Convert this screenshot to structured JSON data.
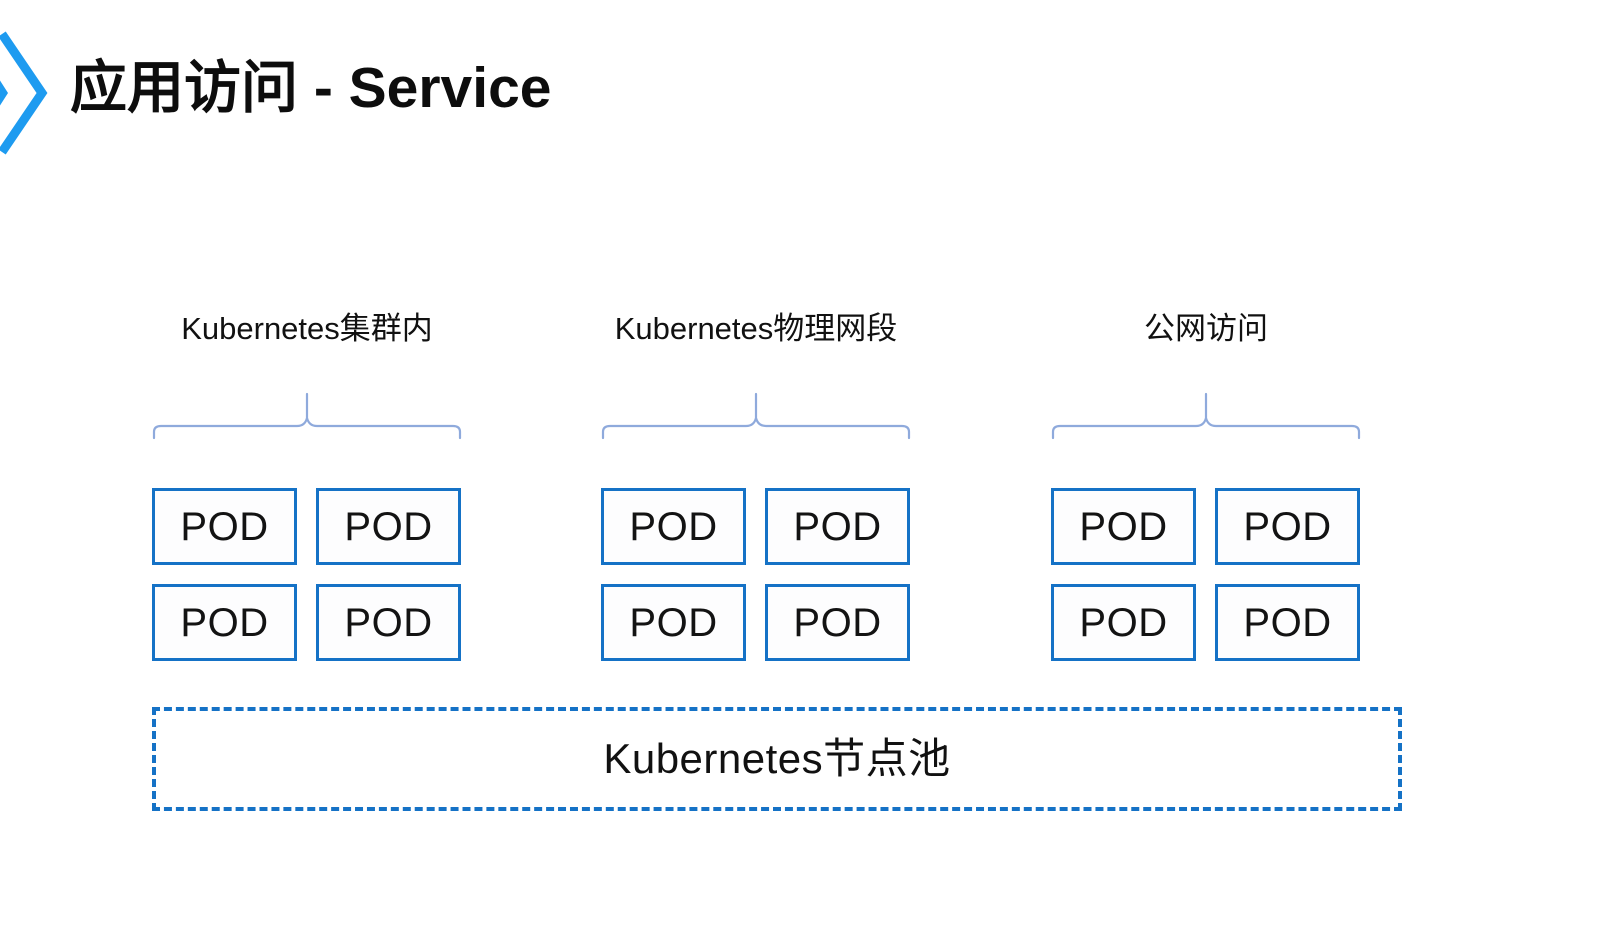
{
  "slide": {
    "title": "应用访问 - Service",
    "accent_color": "#1572c6",
    "chevron_color": "#1e9bf0",
    "brace_color": "#8faadc",
    "pod_border_color": "#1572c6",
    "background_color": "#ffffff",
    "text_color": "#111111"
  },
  "groups": [
    {
      "id": "cluster-internal",
      "label": "Kubernetes集群内",
      "pods": [
        "POD",
        "POD",
        "POD",
        "POD"
      ]
    },
    {
      "id": "physical-network",
      "label": "Kubernetes物理网段",
      "pods": [
        "POD",
        "POD",
        "POD",
        "POD"
      ]
    },
    {
      "id": "public-network",
      "label": "公网访问",
      "pods": [
        "POD",
        "POD",
        "POD",
        "POD"
      ]
    }
  ],
  "node_pool": {
    "label": "Kubernetes节点池"
  }
}
